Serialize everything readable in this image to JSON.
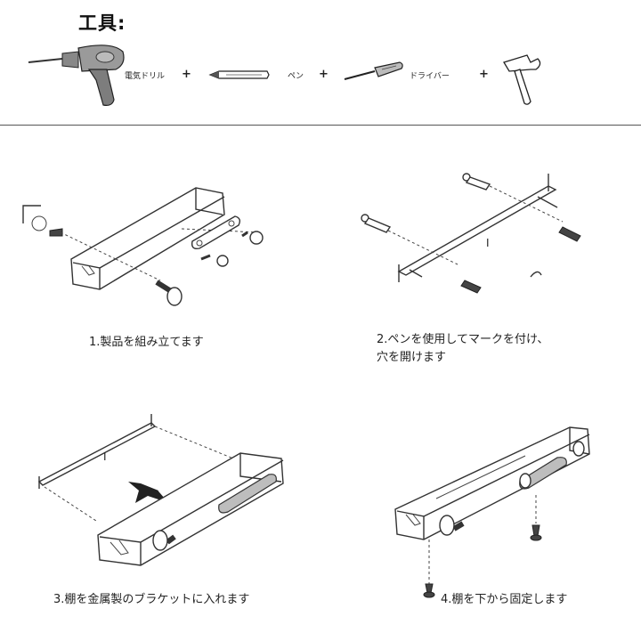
{
  "header": {
    "title": "工具:"
  },
  "tools": [
    {
      "label": "電気ドリル",
      "icon": "electric-drill-icon"
    },
    {
      "label": "ペン",
      "icon": "pen-icon"
    },
    {
      "label": "ドライバー",
      "icon": "screwdriver-icon"
    },
    {
      "label": "",
      "icon": "hammer-icon"
    }
  ],
  "separator": "+",
  "steps": [
    {
      "number": "1.",
      "caption": "製品を組み立てます"
    },
    {
      "number": "2.",
      "caption": "ペンを使用してマークを付け、",
      "caption_line2": "穴を開けます"
    },
    {
      "number": "3.",
      "caption": "棚を金属製のブラケットに入れます"
    },
    {
      "number": "4.",
      "caption": "棚を下から固定します"
    }
  ]
}
